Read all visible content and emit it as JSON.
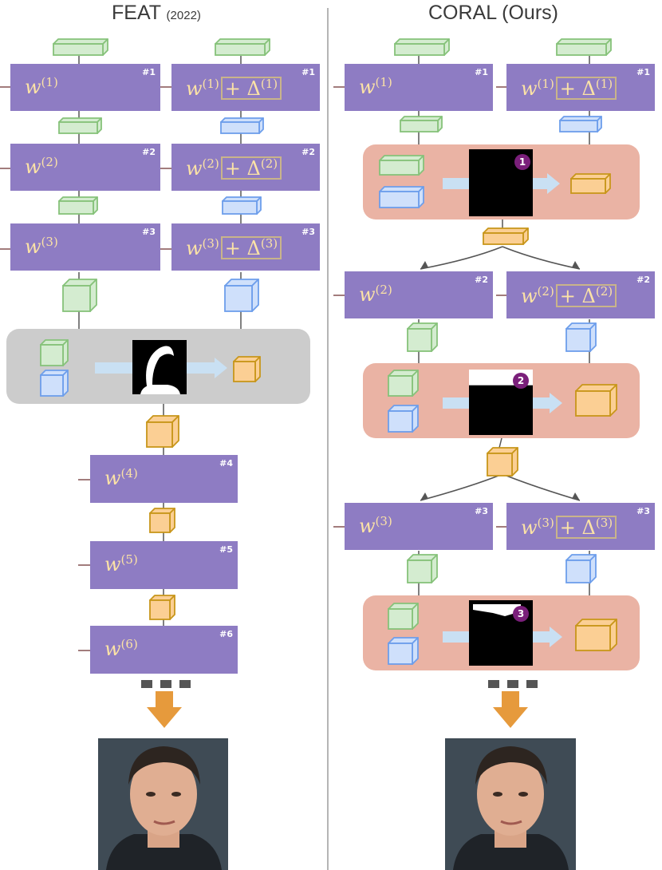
{
  "left_panel": {
    "title": "FEAT",
    "title_year": "(2022)",
    "blocks": [
      {
        "symbol": "w",
        "sup": "(1)",
        "num": "#1"
      },
      {
        "symbol": "w",
        "sup": "(2)",
        "num": "#2"
      },
      {
        "symbol": "w",
        "sup": "(3)",
        "num": "#3"
      },
      {
        "symbol": "w",
        "sup": "(4)",
        "num": "#4"
      },
      {
        "symbol": "w",
        "sup": "(5)",
        "num": "#5"
      },
      {
        "symbol": "w",
        "sup": "(6)",
        "num": "#6"
      }
    ],
    "delta_blocks": [
      {
        "symbol": "w",
        "sup": "(1)",
        "delta": "Δ",
        "delta_sup": "(1)",
        "num": "#1"
      },
      {
        "symbol": "w",
        "sup": "(2)",
        "delta": "Δ",
        "delta_sup": "(2)",
        "num": "#2"
      },
      {
        "symbol": "w",
        "sup": "(3)",
        "delta": "Δ",
        "delta_sup": "(3)",
        "num": "#3"
      }
    ]
  },
  "right_panel": {
    "title": "CORAL (Ours)",
    "blocks": [
      {
        "symbol": "w",
        "sup": "(1)",
        "num": "#1"
      },
      {
        "symbol": "w",
        "sup": "(2)",
        "num": "#2"
      },
      {
        "symbol": "w",
        "sup": "(3)",
        "num": "#3"
      }
    ],
    "delta_blocks": [
      {
        "symbol": "w",
        "sup": "(1)",
        "delta": "Δ",
        "delta_sup": "(1)",
        "num": "#1"
      },
      {
        "symbol": "w",
        "sup": "(2)",
        "delta": "Δ",
        "delta_sup": "(2)",
        "num": "#2"
      },
      {
        "symbol": "w",
        "sup": "(3)",
        "delta": "Δ",
        "delta_sup": "(3)",
        "num": "#3"
      }
    ],
    "fusion_badges": [
      "1",
      "2",
      "3"
    ]
  },
  "plus_sign": "+",
  "colors": {
    "block": "#8e7cc3",
    "green_cube": "#d4ecd0",
    "blue_cube": "#cfe0fb",
    "orange_cube": "#fbcf94",
    "gray_fusion": "#cccccc",
    "salmon_fusion": "#eab3a4",
    "down_arrow": "#e69a3c",
    "badge": "#7a1f7a"
  },
  "icons": {
    "feature_cube": "cube-icon",
    "mask": "mask-icon",
    "down_arrow": "down-arrow-icon",
    "ellipsis": "ellipsis-icon",
    "face": "face-photo"
  }
}
